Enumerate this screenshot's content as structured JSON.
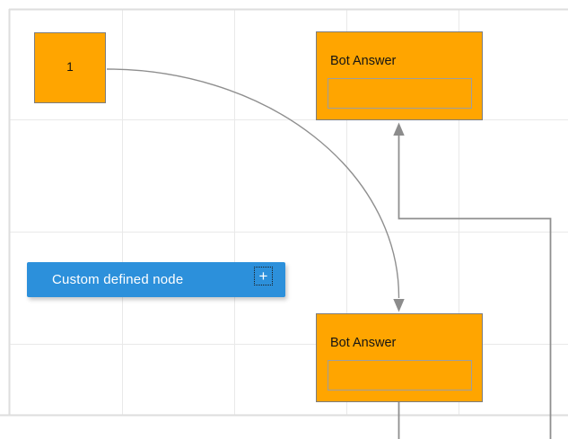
{
  "canvas": {
    "background": "#ffffff",
    "grid_color": "#e9e9e9",
    "page_border_color": "#dedede"
  },
  "nodes": {
    "start": {
      "label": "1",
      "fill": "#FFA500",
      "border": "#7d7d7d"
    },
    "bot_answer_top": {
      "title": "Bot Answer",
      "fill": "#FFA500",
      "border": "#7d7d7d",
      "field_value": "",
      "field_placeholder": ""
    },
    "bot_answer_bottom": {
      "title": "Bot Answer",
      "fill": "#FFA500",
      "border": "#7d7d7d",
      "field_value": "",
      "field_placeholder": ""
    },
    "custom_defined": {
      "label": "Custom defined node",
      "fill": "#2C90DB",
      "text_color": "#ffffff",
      "add_icon": "+"
    }
  },
  "connectors": {
    "color": "#8f8f8f",
    "arrow_color": "#8c8c8c",
    "curved_link": "start → bot_answer_bottom",
    "orthogonal_link": "bot_answer_bottom → bot_answer_top"
  }
}
